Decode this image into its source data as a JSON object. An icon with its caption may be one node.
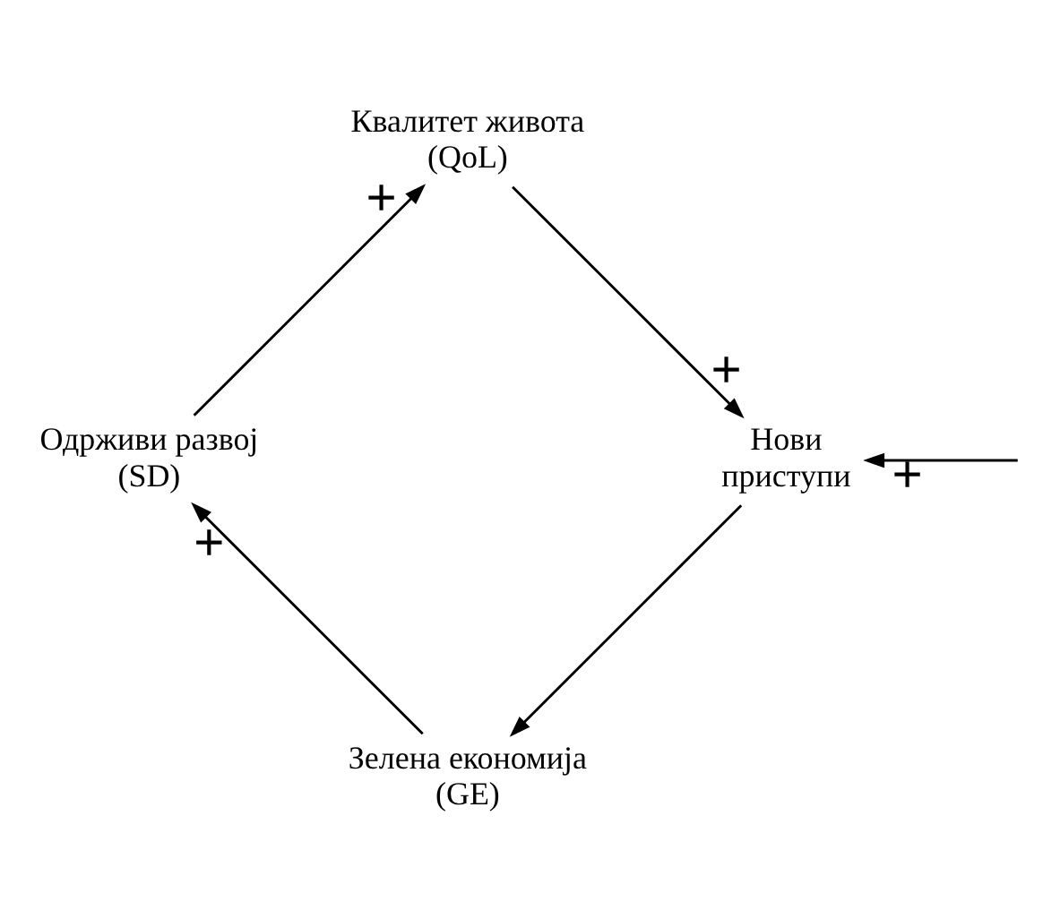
{
  "diagram": {
    "nodes": [
      {
        "text": [
          "Зелена економија (GE)"
        ]
      },
      {
        "text": [
          "Одрживи развој (SD)"
        ]
      },
      {
        "text": [
          "Квалитет живота (QoL)"
        ]
      },
      {
        "text": [
          "Нови приступи"
        ]
      }
    ],
    "edges": [
      {
        "from": 3,
        "to": 0,
        "arrow": "to"
      },
      {
        "from": 0,
        "to": 1,
        "arrow": "to",
        "label": "+"
      },
      {
        "from": 1,
        "to": 2,
        "arrow": "to",
        "label": "+"
      },
      {
        "from": 2,
        "to": 3,
        "arrow": "to",
        "label": "+"
      },
      {
        "from": null,
        "to": 3,
        "arrow": "to",
        "label": "+"
      }
    ]
  }
}
